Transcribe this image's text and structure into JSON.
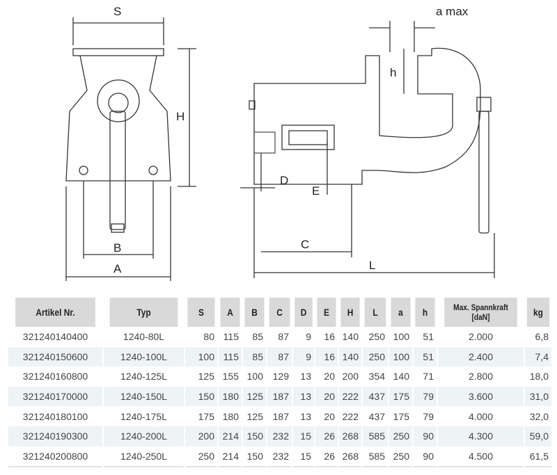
{
  "drawing": {
    "labels": {
      "S": "S",
      "H": "H",
      "B": "B",
      "A": "A",
      "a_max": "a max",
      "h": "h",
      "D": "D",
      "E": "E",
      "C": "C",
      "L": "L"
    }
  },
  "table": {
    "headers": [
      "Artikel Nr.",
      "Typ",
      "S",
      "A",
      "B",
      "C",
      "D",
      "E",
      "H",
      "L",
      "a",
      "h",
      "Max. Spannkraft [daN]",
      "kg"
    ],
    "rows": [
      [
        "321240140400",
        "1240-80L",
        "80",
        "115",
        "85",
        "87",
        "9",
        "16",
        "140",
        "250",
        "100",
        "51",
        "2.000",
        "6,8"
      ],
      [
        "321240150600",
        "1240-100L",
        "100",
        "115",
        "85",
        "87",
        "9",
        "16",
        "140",
        "250",
        "100",
        "51",
        "2.400",
        "7,4"
      ],
      [
        "321240160800",
        "1240-125L",
        "125",
        "155",
        "100",
        "129",
        "13",
        "20",
        "200",
        "354",
        "140",
        "71",
        "2.800",
        "18,0"
      ],
      [
        "321240170000",
        "1240-150L",
        "150",
        "180",
        "125",
        "187",
        "13",
        "20",
        "222",
        "437",
        "175",
        "79",
        "3.600",
        "31,0"
      ],
      [
        "321240180100",
        "1240-175L",
        "175",
        "180",
        "125",
        "187",
        "13",
        "20",
        "222",
        "437",
        "175",
        "79",
        "4.000",
        "32,0"
      ],
      [
        "321240190300",
        "1240-200L",
        "200",
        "214",
        "150",
        "232",
        "15",
        "26",
        "268",
        "585",
        "250",
        "90",
        "4.300",
        "59,0"
      ],
      [
        "321240200800",
        "1240-250L",
        "250",
        "214",
        "150",
        "232",
        "15",
        "26",
        "268",
        "585",
        "250",
        "90",
        "4.500",
        "61,5"
      ]
    ]
  }
}
